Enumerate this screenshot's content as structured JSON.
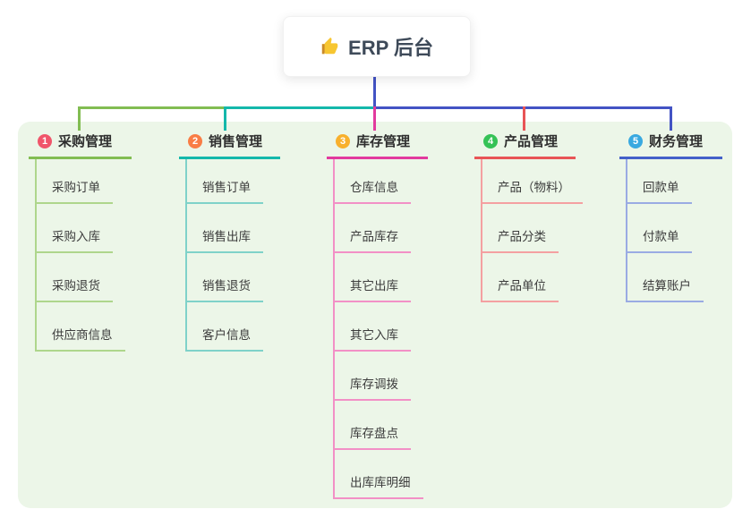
{
  "root": {
    "icon": "thumbs-up",
    "title": "ERP 后台"
  },
  "branches": [
    {
      "num": "1",
      "label": "采购管理",
      "badge_color": "#f0556a",
      "line_color": "#82bd52",
      "child_line_color": "#aed68c",
      "children": [
        "采购订单",
        "采购入库",
        "采购退货",
        "供应商信息"
      ]
    },
    {
      "num": "2",
      "label": "销售管理",
      "badge_color": "#f97d45",
      "line_color": "#14b8ab",
      "child_line_color": "#7fd2c9",
      "children": [
        "销售订单",
        "销售出库",
        "销售退货",
        "客户信息"
      ]
    },
    {
      "num": "3",
      "label": "库存管理",
      "badge_color": "#f8b02c",
      "line_color": "#e23a9e",
      "child_line_color": "#f290c6",
      "children": [
        "仓库信息",
        "产品库存",
        "其它出库",
        "其它入库",
        "库存调拨",
        "库存盘点",
        "出库库明细"
      ]
    },
    {
      "num": "4",
      "label": "产品管理",
      "badge_color": "#35c256",
      "line_color": "#e85456",
      "child_line_color": "#f4a0a1",
      "children": [
        "产品（物料）",
        "产品分类",
        "产品单位"
      ]
    },
    {
      "num": "5",
      "label": "财务管理",
      "badge_color": "#39a9e0",
      "line_color": "#4360c9",
      "child_line_color": "#9aabe3",
      "children": [
        "回款单",
        "付款单",
        "结算账户"
      ]
    }
  ],
  "colors": {
    "root_link": "#4353c4",
    "panel_bg": "#ecf6e8",
    "card_bg": "#ffffff",
    "title_text": "#3e4a59",
    "node_text": "#3c3c3c"
  }
}
